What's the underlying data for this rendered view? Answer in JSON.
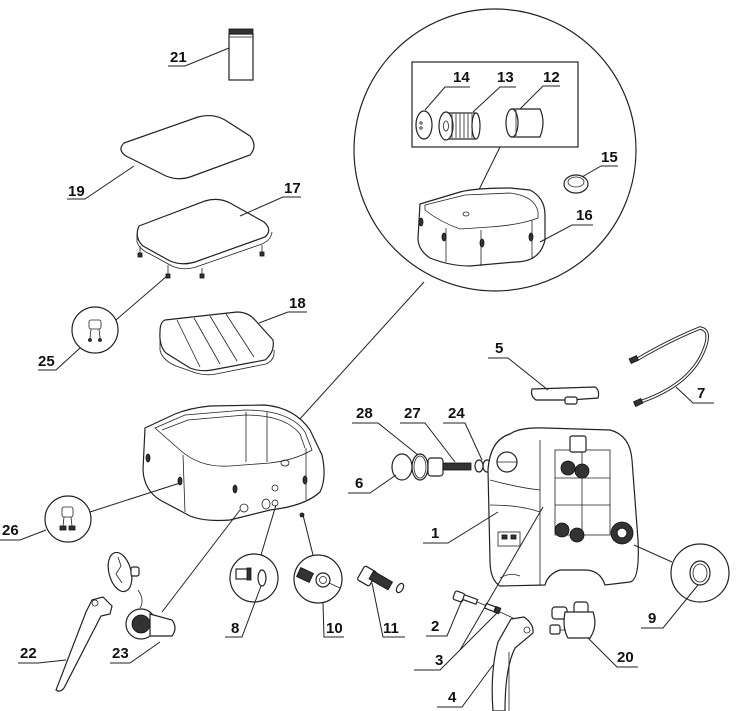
{
  "diagram": {
    "type": "exploded-parts-diagram",
    "subject": "Inflatable hot tub / spa with pump unit",
    "callouts": [
      {
        "id": "1",
        "label": "1",
        "part": "pump-control-unit"
      },
      {
        "id": "2",
        "label": "2",
        "part": "screw-bolt"
      },
      {
        "id": "3",
        "label": "3",
        "part": "screw-nut"
      },
      {
        "id": "4",
        "label": "4",
        "part": "pump-stand-bracket"
      },
      {
        "id": "5",
        "label": "5",
        "part": "control-panel-cover"
      },
      {
        "id": "6",
        "label": "6",
        "part": "connector-cap"
      },
      {
        "id": "7",
        "label": "7",
        "part": "power-hose-cable"
      },
      {
        "id": "8",
        "label": "8",
        "part": "inlet-plug-detail"
      },
      {
        "id": "9",
        "label": "9",
        "part": "o-ring-seal"
      },
      {
        "id": "10",
        "label": "10",
        "part": "drain-valve-detail"
      },
      {
        "id": "11",
        "label": "11",
        "part": "drain-adapter"
      },
      {
        "id": "12",
        "label": "12",
        "part": "filter-housing"
      },
      {
        "id": "13",
        "label": "13",
        "part": "filter-cartridge"
      },
      {
        "id": "14",
        "label": "14",
        "part": "filter-cap"
      },
      {
        "id": "15",
        "label": "15",
        "part": "repair-patch"
      },
      {
        "id": "16",
        "label": "16",
        "part": "spa-inner-liner"
      },
      {
        "id": "17",
        "label": "17",
        "part": "spa-cover"
      },
      {
        "id": "18",
        "label": "18",
        "part": "inflatable-cover-bladder"
      },
      {
        "id": "19",
        "label": "19",
        "part": "cover-top-sheet"
      },
      {
        "id": "20",
        "label": "20",
        "part": "check-valve-fitting"
      },
      {
        "id": "21",
        "label": "21",
        "part": "chemical-floater"
      },
      {
        "id": "22",
        "label": "22",
        "part": "wrench"
      },
      {
        "id": "23",
        "label": "23",
        "part": "inflation-valve"
      },
      {
        "id": "24",
        "label": "24",
        "part": "o-ring-small"
      },
      {
        "id": "25",
        "label": "25",
        "part": "cover-buckle-detail"
      },
      {
        "id": "26",
        "label": "26",
        "part": "spa-buckle-detail"
      },
      {
        "id": "27",
        "label": "27",
        "part": "connector-adapter"
      },
      {
        "id": "28",
        "label": "28",
        "part": "o-ring-large"
      }
    ]
  }
}
